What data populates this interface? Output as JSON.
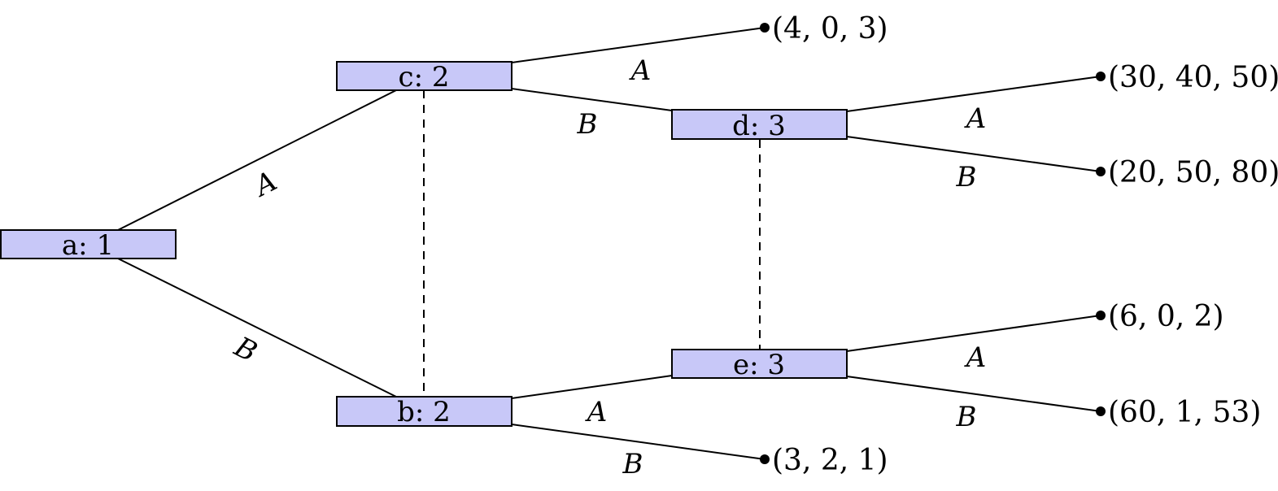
{
  "colors": {
    "node_fill": "#c8c8f8",
    "line": "#000000"
  },
  "nodes": [
    {
      "id": "a",
      "label": "a:  1"
    },
    {
      "id": "c",
      "label": "c:  2"
    },
    {
      "id": "b",
      "label": "b:  2"
    },
    {
      "id": "d",
      "label": "d:  3"
    },
    {
      "id": "e",
      "label": "e:  3"
    }
  ],
  "edges": [
    {
      "from": "a",
      "to": "c",
      "label": "A"
    },
    {
      "from": "a",
      "to": "b",
      "label": "B"
    },
    {
      "from": "c",
      "to": "p1",
      "label": "A"
    },
    {
      "from": "c",
      "to": "d",
      "label": "B"
    },
    {
      "from": "b",
      "to": "e",
      "label": "A"
    },
    {
      "from": "b",
      "to": "p6",
      "label": "B"
    },
    {
      "from": "d",
      "to": "p2",
      "label": "A"
    },
    {
      "from": "d",
      "to": "p3",
      "label": "B"
    },
    {
      "from": "e",
      "to": "p4",
      "label": "A"
    },
    {
      "from": "e",
      "to": "p5",
      "label": "B"
    }
  ],
  "payoffs": [
    {
      "id": "p1",
      "label": "(4, 0, 3)"
    },
    {
      "id": "p2",
      "label": "(30, 40, 50)"
    },
    {
      "id": "p3",
      "label": "(20, 50, 80)"
    },
    {
      "id": "p4",
      "label": "(6, 0, 2)"
    },
    {
      "id": "p5",
      "label": "(60, 1, 53)"
    },
    {
      "id": "p6",
      "label": "(3, 2, 1)"
    }
  ],
  "information_sets": [
    [
      "c",
      "b"
    ],
    [
      "d",
      "e"
    ]
  ]
}
